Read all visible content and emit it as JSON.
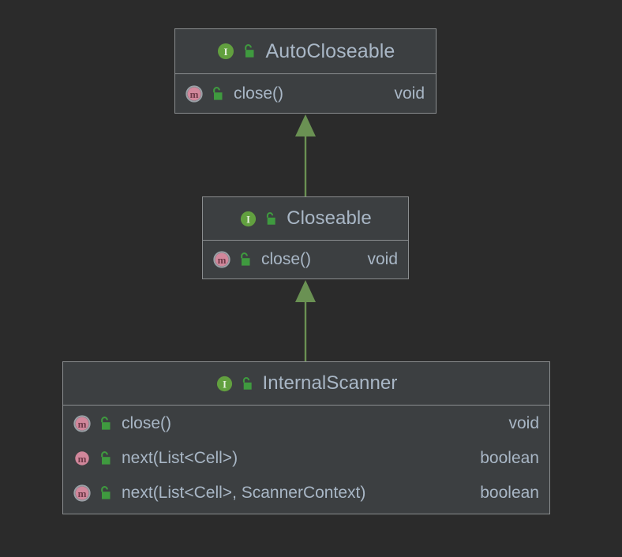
{
  "diagram": {
    "type": "uml-class-diagram",
    "background_color": "#2b2b2b",
    "box_fill_color": "#3c3f41",
    "box_border_color": "#8a8d8f",
    "text_color": "#a9b7c6",
    "arrow_color": "#6a9153",
    "interface_icon_color": "#62a03f",
    "method_icon_color": "#d1879b",
    "abstract_ring_color": "#9aa0a6",
    "lock_icon_color": "#3f9a3f"
  },
  "classes": [
    {
      "id": "autocloseable",
      "name": "AutoCloseable",
      "stereotype_icon": "interface-icon",
      "visibility_icon": "unlocked-public-icon",
      "members": [
        {
          "name": "close()",
          "type": "void",
          "icon": "abstract-method-icon",
          "visibility_icon": "unlocked-public-icon"
        }
      ]
    },
    {
      "id": "closeable",
      "name": "Closeable",
      "stereotype_icon": "interface-icon",
      "visibility_icon": "unlocked-public-icon",
      "members": [
        {
          "name": "close()",
          "type": "void",
          "icon": "abstract-method-icon",
          "visibility_icon": "unlocked-public-icon"
        }
      ]
    },
    {
      "id": "internalscanner",
      "name": "InternalScanner",
      "stereotype_icon": "interface-icon",
      "visibility_icon": "unlocked-public-icon",
      "members": [
        {
          "name": "close()",
          "type": "void",
          "icon": "abstract-method-icon",
          "visibility_icon": "unlocked-public-icon"
        },
        {
          "name": "next(List<Cell>)",
          "type": "boolean",
          "icon": "method-icon",
          "visibility_icon": "unlocked-public-icon"
        },
        {
          "name": "next(List<Cell>, ScannerContext)",
          "type": "boolean",
          "icon": "abstract-method-icon",
          "visibility_icon": "unlocked-public-icon"
        }
      ]
    }
  ],
  "relations": [
    {
      "id": "closeable-to-autocloseable",
      "kind": "generalization",
      "from": "closeable",
      "to": "autocloseable",
      "arrow_icon": "inheritance-arrow-icon"
    },
    {
      "id": "internalscanner-to-closeable",
      "kind": "generalization",
      "from": "internalscanner",
      "to": "closeable",
      "arrow_icon": "inheritance-arrow-icon"
    }
  ]
}
